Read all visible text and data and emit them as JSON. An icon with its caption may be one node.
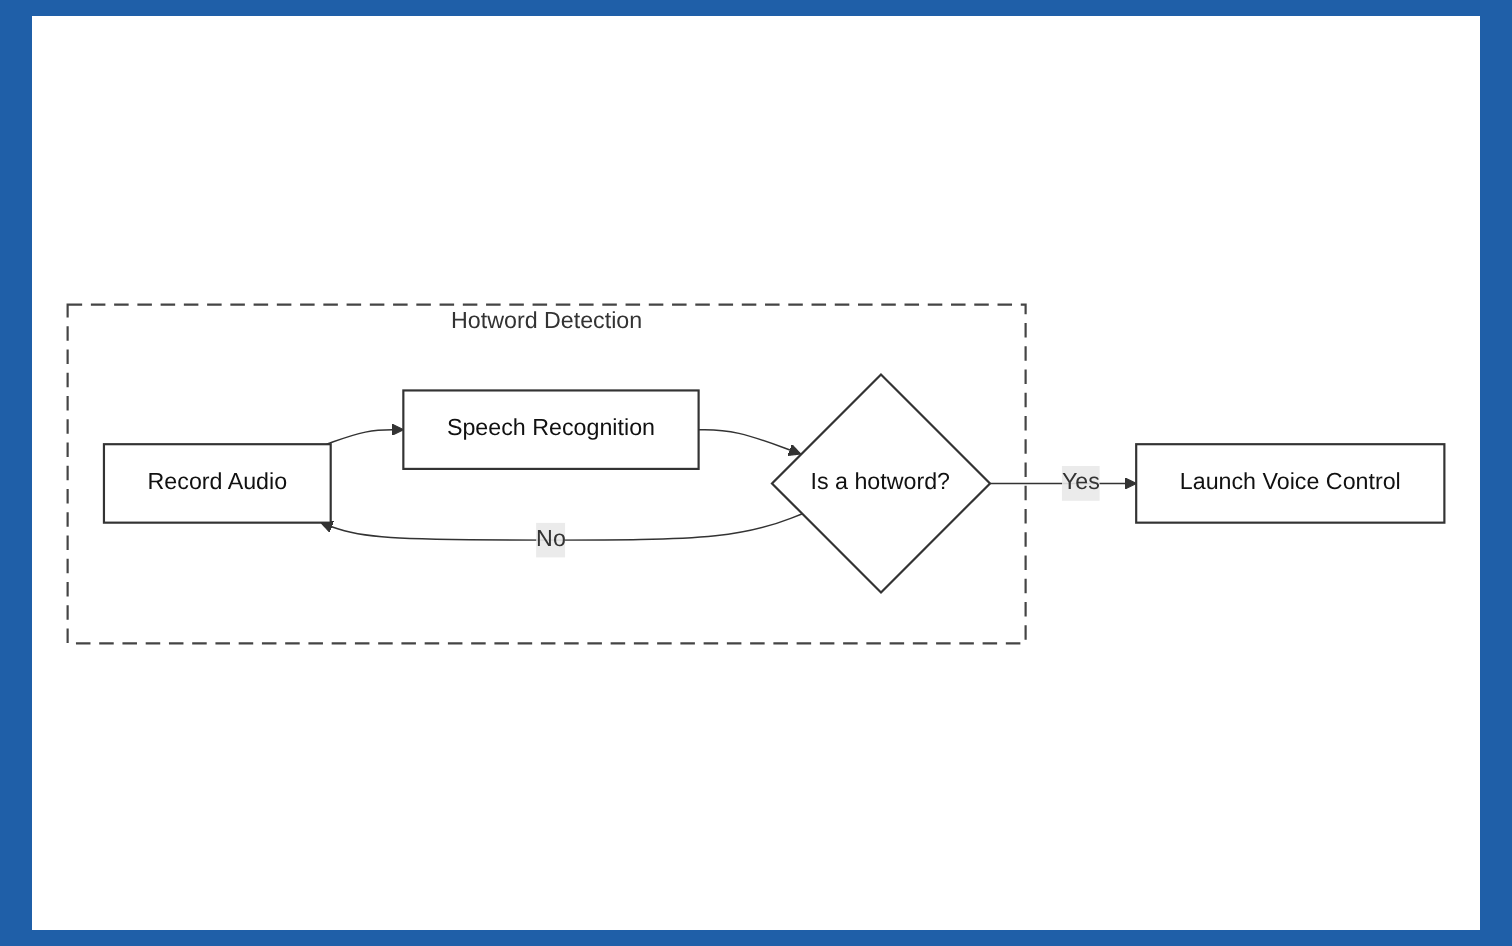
{
  "diagram": {
    "nodes": [
      {
        "text": [
          "Hotword Detection"
        ]
      },
      {
        "text": [
          "Record Audio"
        ],
        "in": 0
      },
      {
        "text": [
          "Speech Recognition"
        ],
        "in": 0
      },
      {
        "text": [
          "Is a hotword?"
        ],
        "in": 0
      },
      {
        "text": [
          "Launch Voice Control"
        ]
      }
    ],
    "edges": [
      {
        "from": 1,
        "to": 2,
        "arrow": "to"
      },
      {
        "from": 2,
        "to": 3,
        "arrow": "to"
      },
      {
        "from": 3,
        "to": 1,
        "arrow": "to",
        "label": "No"
      },
      {
        "from": 3,
        "to": 4,
        "arrow": "to",
        "label": "Yes"
      }
    ]
  }
}
